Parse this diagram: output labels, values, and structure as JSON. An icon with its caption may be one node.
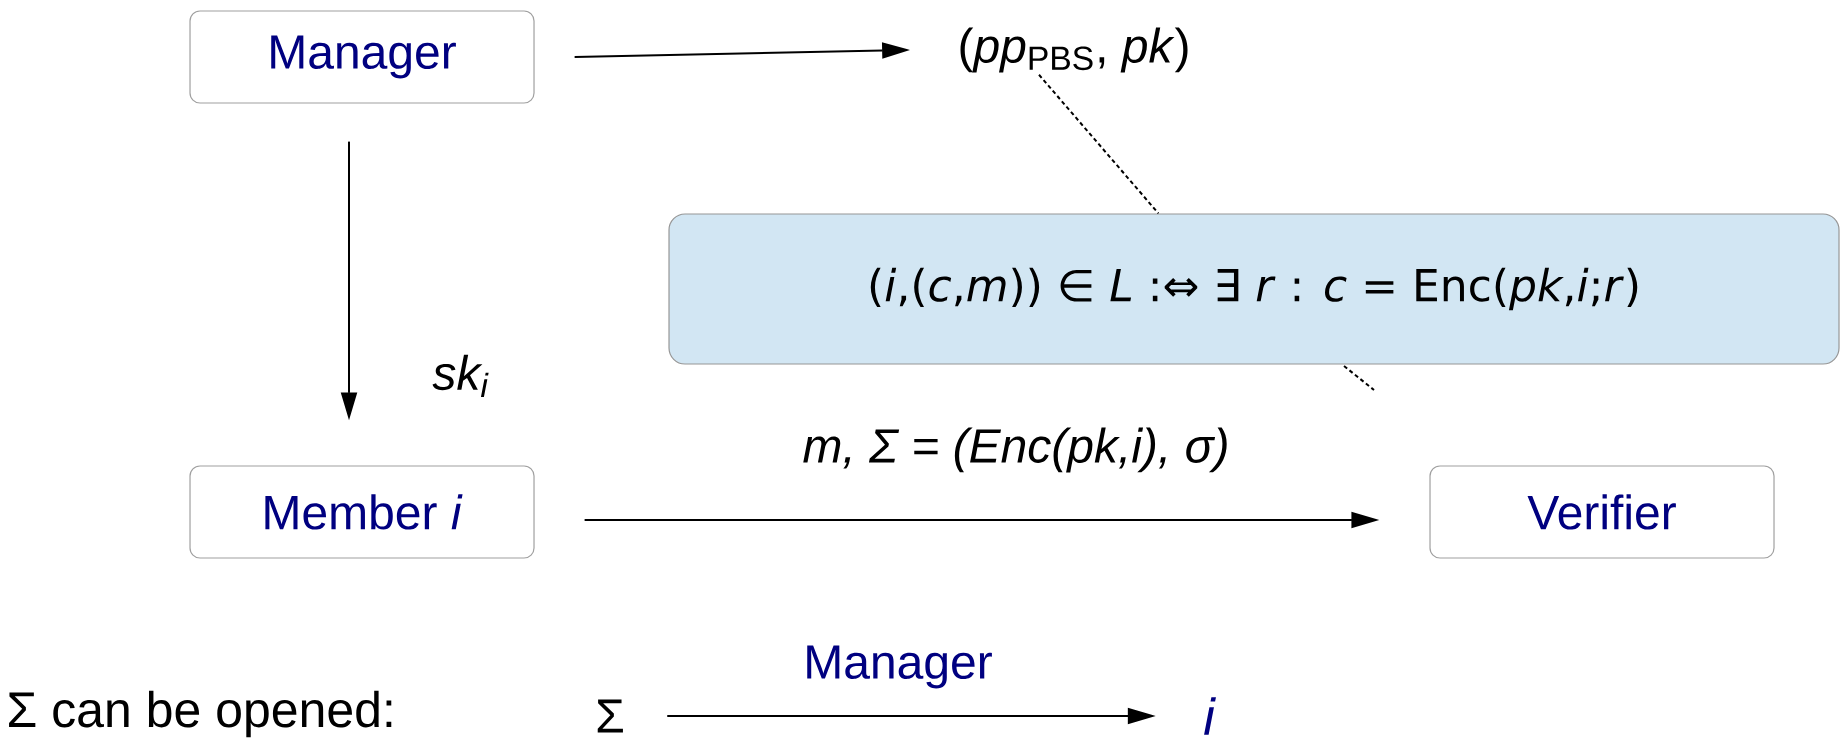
{
  "diagram": {
    "nodes": [
      {
        "text": [
          "Manager"
        ]
      },
      {
        "text": [
          "(*pp*$_{PBS}$, *pk*)"
        ]
      },
      {
        "text": [
          "(*i*,(*c*,*m*)) ∈ *L* :⇔ ∃ *r* : *c* = Enc(*pk*,*i*;*r*)"
        ]
      },
      {
        "text": [
          "Member *i*"
        ]
      },
      {
        "text": [
          "Verifier"
        ]
      },
      {
        "text": [
          "Σ"
        ]
      },
      {
        "text": [
          "i"
        ]
      }
    ],
    "edges": [
      {
        "from": 0,
        "to": 1,
        "arrow": "to"
      },
      {
        "from": 1,
        "to": 2,
        "arrow": "none",
        "style": "dashed"
      },
      {
        "from": 0,
        "to": 3,
        "arrow": "to",
        "label": "sk$_{i}$"
      },
      {
        "from": 3,
        "to": 4,
        "arrow": "to",
        "label": "m, Σ = (Enc(pk,i), σ)"
      },
      {
        "from": 5,
        "to": 6,
        "arrow": "to",
        "label": "Manager"
      }
    ],
    "labels": [
      "Σ can be opened:"
    ]
  }
}
